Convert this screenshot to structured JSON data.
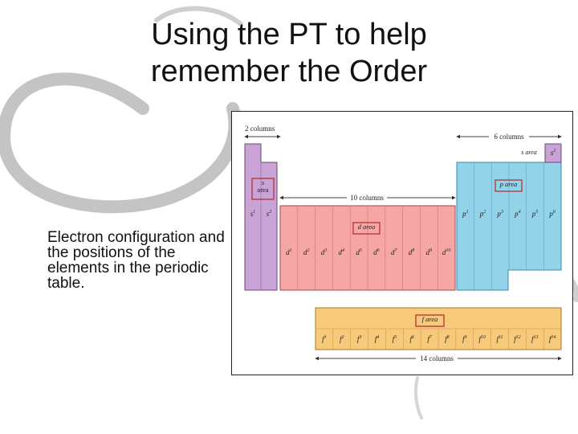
{
  "slide": {
    "title_line1": "Using the PT to help",
    "title_line2": "remember the Order",
    "body": "Electron configuration   and the positions of the elements in the periodic table."
  },
  "figure": {
    "colors": {
      "s_block": "#c9a3d6",
      "d_block": "#f6a6a4",
      "p_block": "#92d3ea",
      "f_block": "#f7c97a",
      "label_box_border": "#b0343a",
      "arrow": "#333333"
    },
    "labels": {
      "s_columns": "2 columns",
      "p_columns": "6 columns",
      "d_columns": "10 columns",
      "f_columns": "14 columns",
      "s_area_top": "s area",
      "s_area_box_line1": "s",
      "s_area_box_line2": "area",
      "p_area": "p area",
      "d_area": "d area",
      "f_area": "f area"
    },
    "s_block": {
      "columns": [
        "s",
        "s"
      ],
      "superscripts": [
        "1",
        "2"
      ],
      "he_label": "s",
      "he_sup": "2"
    },
    "d_block": {
      "letter": "d",
      "superscripts": [
        "1",
        "2",
        "3",
        "4",
        "5",
        "6",
        "7",
        "8",
        "9",
        "10"
      ]
    },
    "p_block": {
      "letter": "p",
      "superscripts": [
        "1",
        "2",
        "3",
        "4",
        "5",
        "6"
      ]
    },
    "f_block": {
      "letter": "f",
      "superscripts": [
        "1",
        "2",
        "3",
        "4",
        "5",
        "6",
        "7",
        "8",
        "9",
        "10",
        "11",
        "12",
        "13",
        "14"
      ]
    }
  }
}
